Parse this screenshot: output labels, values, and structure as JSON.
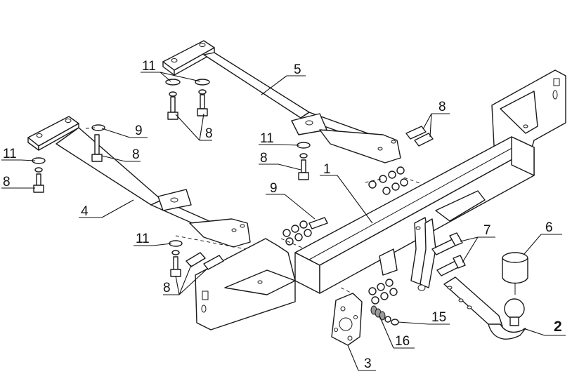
{
  "callouts": {
    "n1": "1",
    "n2": "2",
    "n3": "3",
    "n4": "4",
    "n5": "5",
    "n6": "6",
    "n7": "7",
    "n8a": "8",
    "n8b": "8",
    "n8c": "8",
    "n8d": "8",
    "n8e": "8",
    "n8f": "8",
    "n9a": "9",
    "n9b": "9",
    "n11a": "11",
    "n11b": "11",
    "n11c": "11",
    "n11d": "11",
    "n15": "15",
    "n16": "16"
  }
}
